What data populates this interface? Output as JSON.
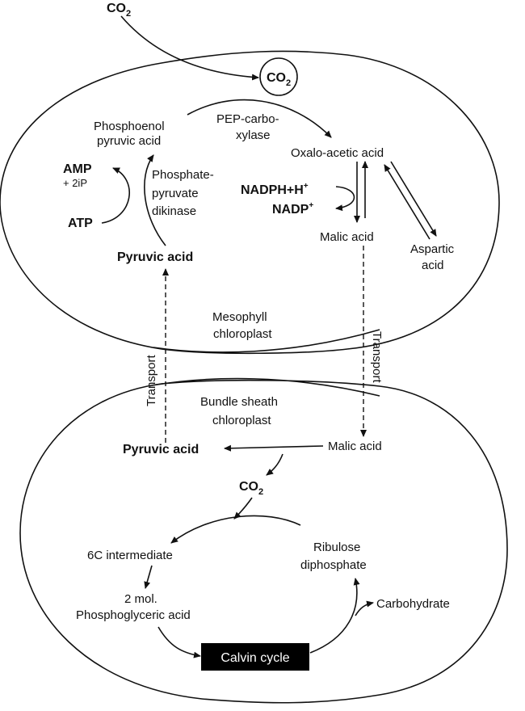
{
  "co2_top": {
    "main": "CO",
    "sub": "2"
  },
  "co2_circle": {
    "main": "CO",
    "sub": "2"
  },
  "co2_bundle": {
    "main": "CO",
    "sub": "2"
  },
  "mesophyll": {
    "pep_acid_line1": "Phosphoenol",
    "pep_acid_line2": "pyruvic acid",
    "pep_carboxylase_line1": "PEP-carbo-",
    "pep_carboxylase_line2": "xylase",
    "oxaloacetic_acid": "Oxalo-acetic acid",
    "amp_line1": "AMP",
    "amp_line2": "+ 2iP",
    "atp": "ATP",
    "dikinase_line1": "Phosphate-",
    "dikinase_line2": "pyruvate",
    "dikinase_line3": "dikinase",
    "nadph": "NADPH+H",
    "nadph_sup": "+",
    "nadp": "NADP",
    "nadp_sup": "+",
    "malic_acid": "Malic acid",
    "aspartic_line1": "Aspartic",
    "aspartic_line2": "acid",
    "pyruvic_acid": "Pyruvic acid",
    "chloroplast_line1": "Mesophyll",
    "chloroplast_line2": "chloroplast"
  },
  "transport_left": "Transport",
  "transport_right": "Transport",
  "bundle_sheath": {
    "chloroplast_line1": "Bundle sheath",
    "chloroplast_line2": "chloroplast",
    "pyruvic_acid": "Pyruvic acid",
    "malic_acid": "Malic acid",
    "intermediate": "6C intermediate",
    "ribulose_line1": "Ribulose",
    "ribulose_line2": "diphosphate",
    "pga_line1": "2 mol.",
    "pga_line2": "Phosphoglyceric acid",
    "carbohydrate": "Carbohydrate",
    "calvin_cycle": "Calvin cycle"
  },
  "colors": {
    "ink": "#111111",
    "background": "#ffffff",
    "calvin_box": "#000000"
  }
}
